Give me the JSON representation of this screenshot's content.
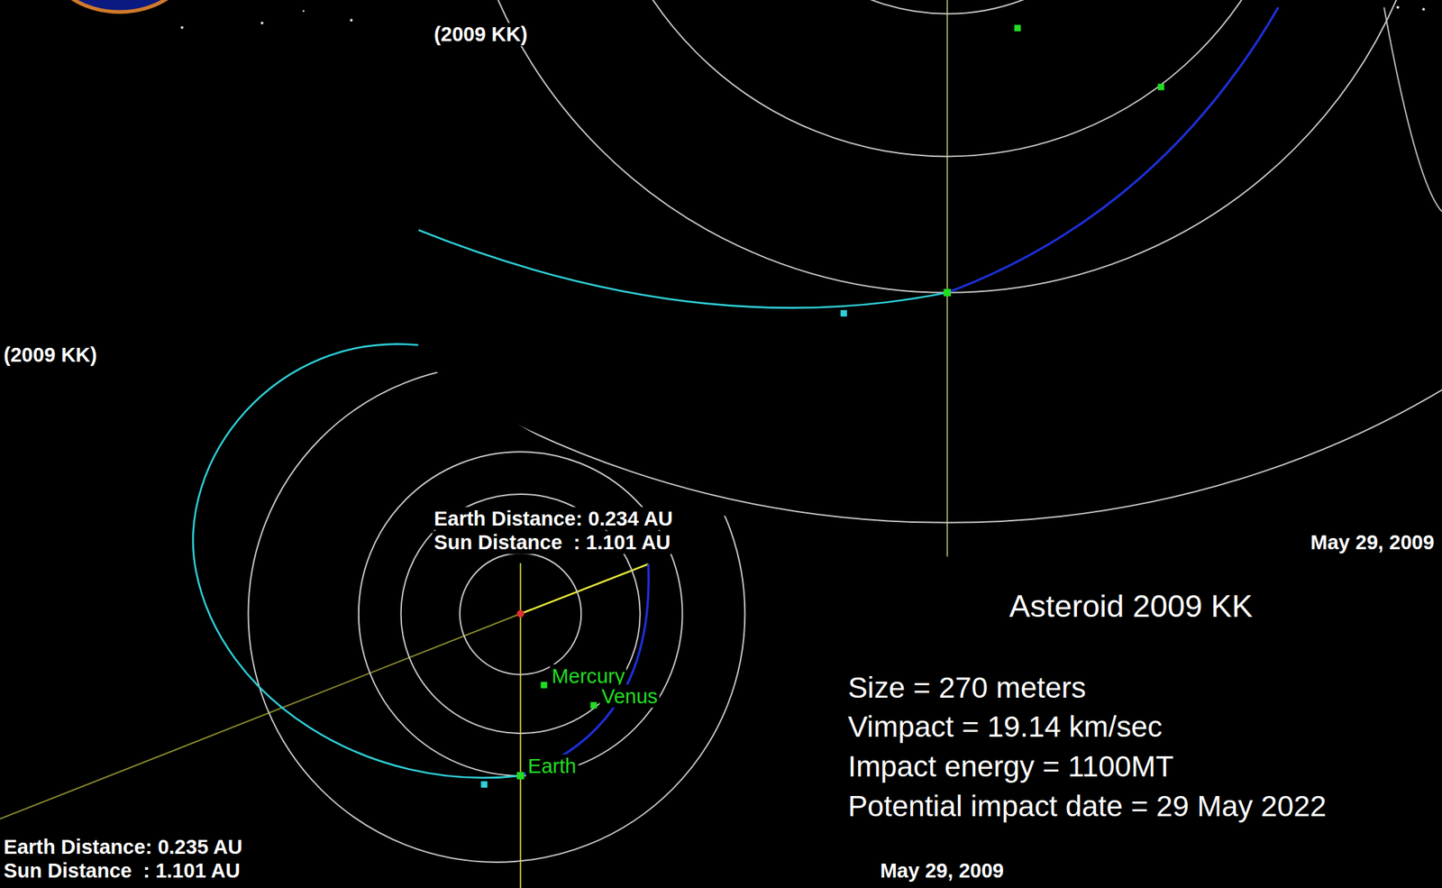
{
  "diagram": {
    "title": "Asteroid 2009 KK",
    "labels": [
      "(2009 KK)",
      "(2009 KK)",
      "Earth Distance: 0.234 AU",
      "Sun Distance  : 1.101 AU",
      "Mercury",
      "Venus",
      "Earth",
      "Earth Distance: 0.235 AU",
      "Sun Distance  : 1.101 AU",
      "May 29, 2009",
      "May 29, 2009",
      "Size = 270 meters",
      "Vimpact = 19.14 km/sec",
      "Impact energy = 1100MT",
      "Potential impact date = 29 May 2022"
    ]
  }
}
